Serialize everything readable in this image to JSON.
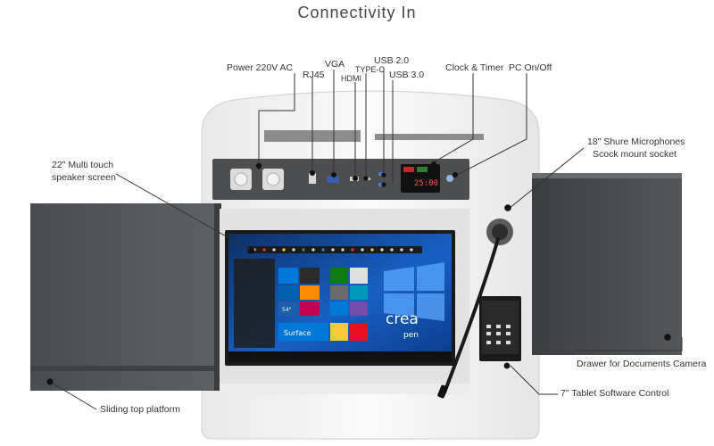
{
  "title": "Connectivity In",
  "labels": {
    "power": "Power 220V AC",
    "rj45": "RJ45",
    "vga": "VGA",
    "hdmi": "HDMI",
    "typec": "TYPE-C",
    "usb2": "USB 2.0",
    "usb3": "USB 3.0",
    "clock": "Clock & Timer",
    "pc": "PC On/Off",
    "screen_line1": "22\" Multi touch",
    "screen_line2": "speaker screen",
    "mic_line1": "18\" Shure Microphones",
    "mic_line2": "Scock mount socket",
    "drawer": "Drawer for Documents Camera",
    "tablet": "7\" Tablet Software Control",
    "platform": "Sliding top platform"
  },
  "screen": {
    "brand": "crea",
    "brand_sub": "pen",
    "surface_tile": "Surface",
    "temp": "54°"
  },
  "clock_display": "25:00",
  "colors": {
    "panel": "#f4f4f4",
    "dark_strip": "#4d4e50",
    "wing": "#55585a",
    "screen_bezel": "#1a1a1a",
    "desktop_blue": "#1565c0",
    "accent": "#0078d7"
  }
}
